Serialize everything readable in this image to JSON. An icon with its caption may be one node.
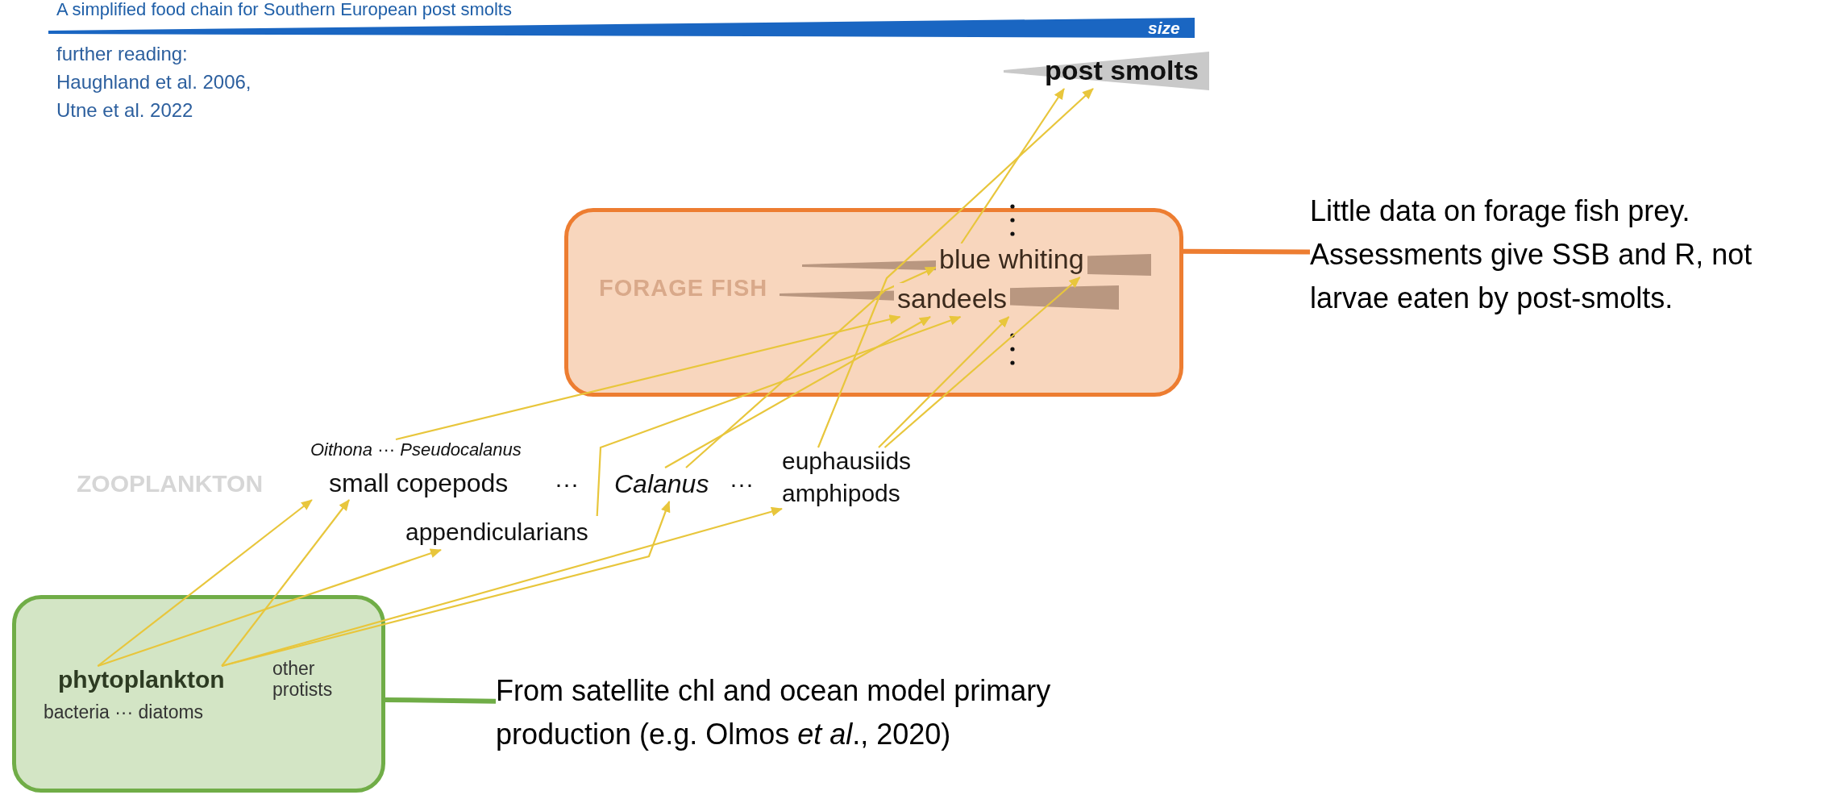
{
  "diagram": {
    "title": "A simplified food chain for Southern European post smolts",
    "nodes": [
      {
        "text": [
          "FORAGE FISH"
        ]
      },
      {
        "text": [
          "blue whiting"
        ],
        "in": 0
      },
      {
        "text": [
          "sandeels"
        ],
        "in": 0
      },
      {
        "text": [
          "post smolts"
        ]
      },
      {
        "text": [],
        "shape": "box"
      },
      {
        "text": [
          "phytoplankton",
          "bacteria ··· diatoms"
        ],
        "in": 4
      },
      {
        "text": [
          "other protists"
        ],
        "in": 4
      },
      {
        "text": [
          "*Oithona* ··· *Pseudocalanus*",
          "small copepods"
        ]
      },
      {
        "text": [
          "Calanus"
        ]
      },
      {
        "text": [
          "euphausiids",
          "amphipods"
        ]
      },
      {
        "text": [
          "appendicularians"
        ]
      },
      {
        "text": [
          "Little data on forage fish prey. Assessments give SSB and R, not larvae eaten by post-smolts."
        ]
      },
      {
        "text": [
          "From satellite chl and ocean model primary production (e.g. Olmos *et al*., 2020)"
        ]
      }
    ],
    "edges": [
      {
        "from": 5,
        "to": 7,
        "arrow": "to"
      },
      {
        "from": 5,
        "to": 10,
        "arrow": "to"
      },
      {
        "from": 5,
        "to": 7,
        "arrow": "to"
      },
      {
        "from": 5,
        "to": 8,
        "arrow": "to"
      },
      {
        "from": 5,
        "to": 9,
        "arrow": "to"
      },
      {
        "from": 7,
        "to": 2,
        "arrow": "to"
      },
      {
        "from": 8,
        "to": 2,
        "arrow": "to"
      },
      {
        "from": 8,
        "to": 1,
        "arrow": "to"
      },
      {
        "from": 10,
        "to": 2,
        "arrow": "to"
      },
      {
        "from": 9,
        "to": 1,
        "arrow": "to"
      },
      {
        "from": 9,
        "to": 2,
        "arrow": "to"
      },
      {
        "from": 9,
        "to": 3,
        "arrow": "to"
      },
      {
        "from": 1,
        "to": 3,
        "arrow": "to"
      },
      {
        "from": 0,
        "to": 11,
        "arrow": "none",
        "style": "thick",
        "color": "#ed7d31"
      },
      {
        "from": 4,
        "to": 12,
        "arrow": "none",
        "style": "thick",
        "color": "#70ad47"
      }
    ],
    "labels": [
      "size",
      "further reading: Haughland et al. 2006, Utne et al. 2022",
      "ZOOPLANKTON",
      "···",
      "···"
    ]
  }
}
